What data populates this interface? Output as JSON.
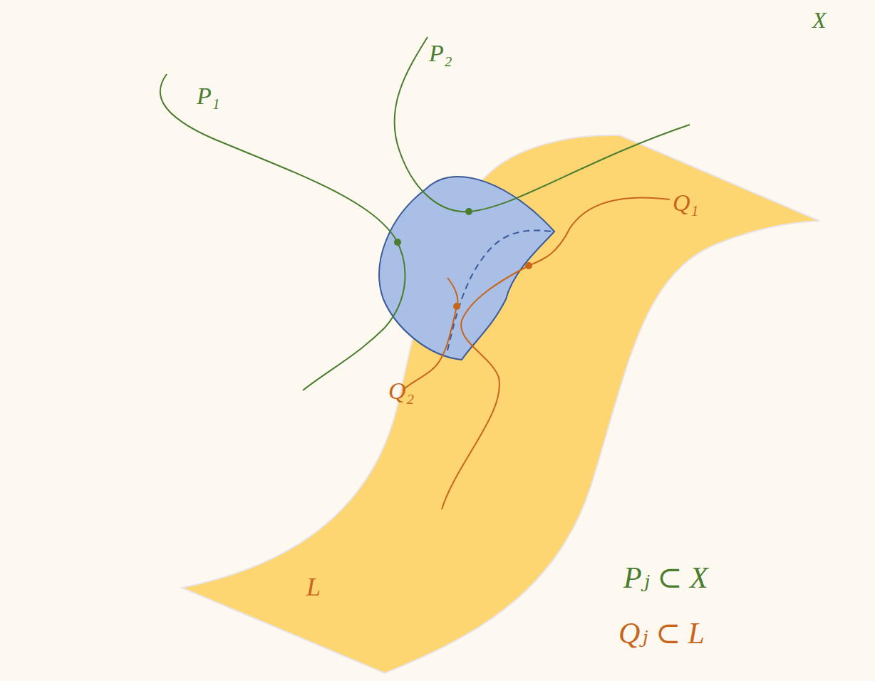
{
  "diagram": {
    "labels": [
      "X",
      "P₁",
      "P₂",
      "Q₁",
      "Q₂",
      "L",
      "Pⱼ ⊂ X",
      "Qⱼ ⊂ L"
    ]
  }
}
